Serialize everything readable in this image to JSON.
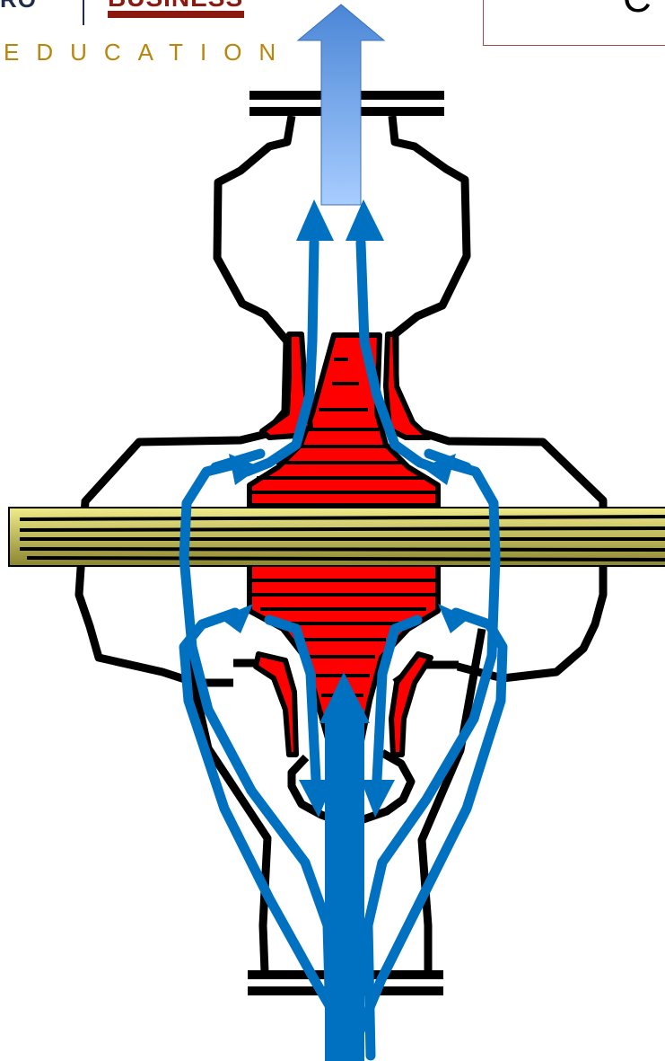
{
  "logo": {
    "left_word": "RO",
    "right_word": "BUSINESS",
    "tagline": "EDUCATION",
    "colors": {
      "navy": "#1f2d4d",
      "crimson": "#8b1a10",
      "gold": "#b8860b"
    }
  },
  "title": {
    "text": "C"
  },
  "diagram": {
    "colors": {
      "casing": "#000000",
      "impeller": "#ff0000",
      "flow": "#0070c0",
      "discharge": "#6fa8ef",
      "shaft": "#b8b14a"
    },
    "icons": [
      "pump-casing",
      "impeller",
      "flow-arrow",
      "discharge-arrow",
      "shaft"
    ]
  }
}
